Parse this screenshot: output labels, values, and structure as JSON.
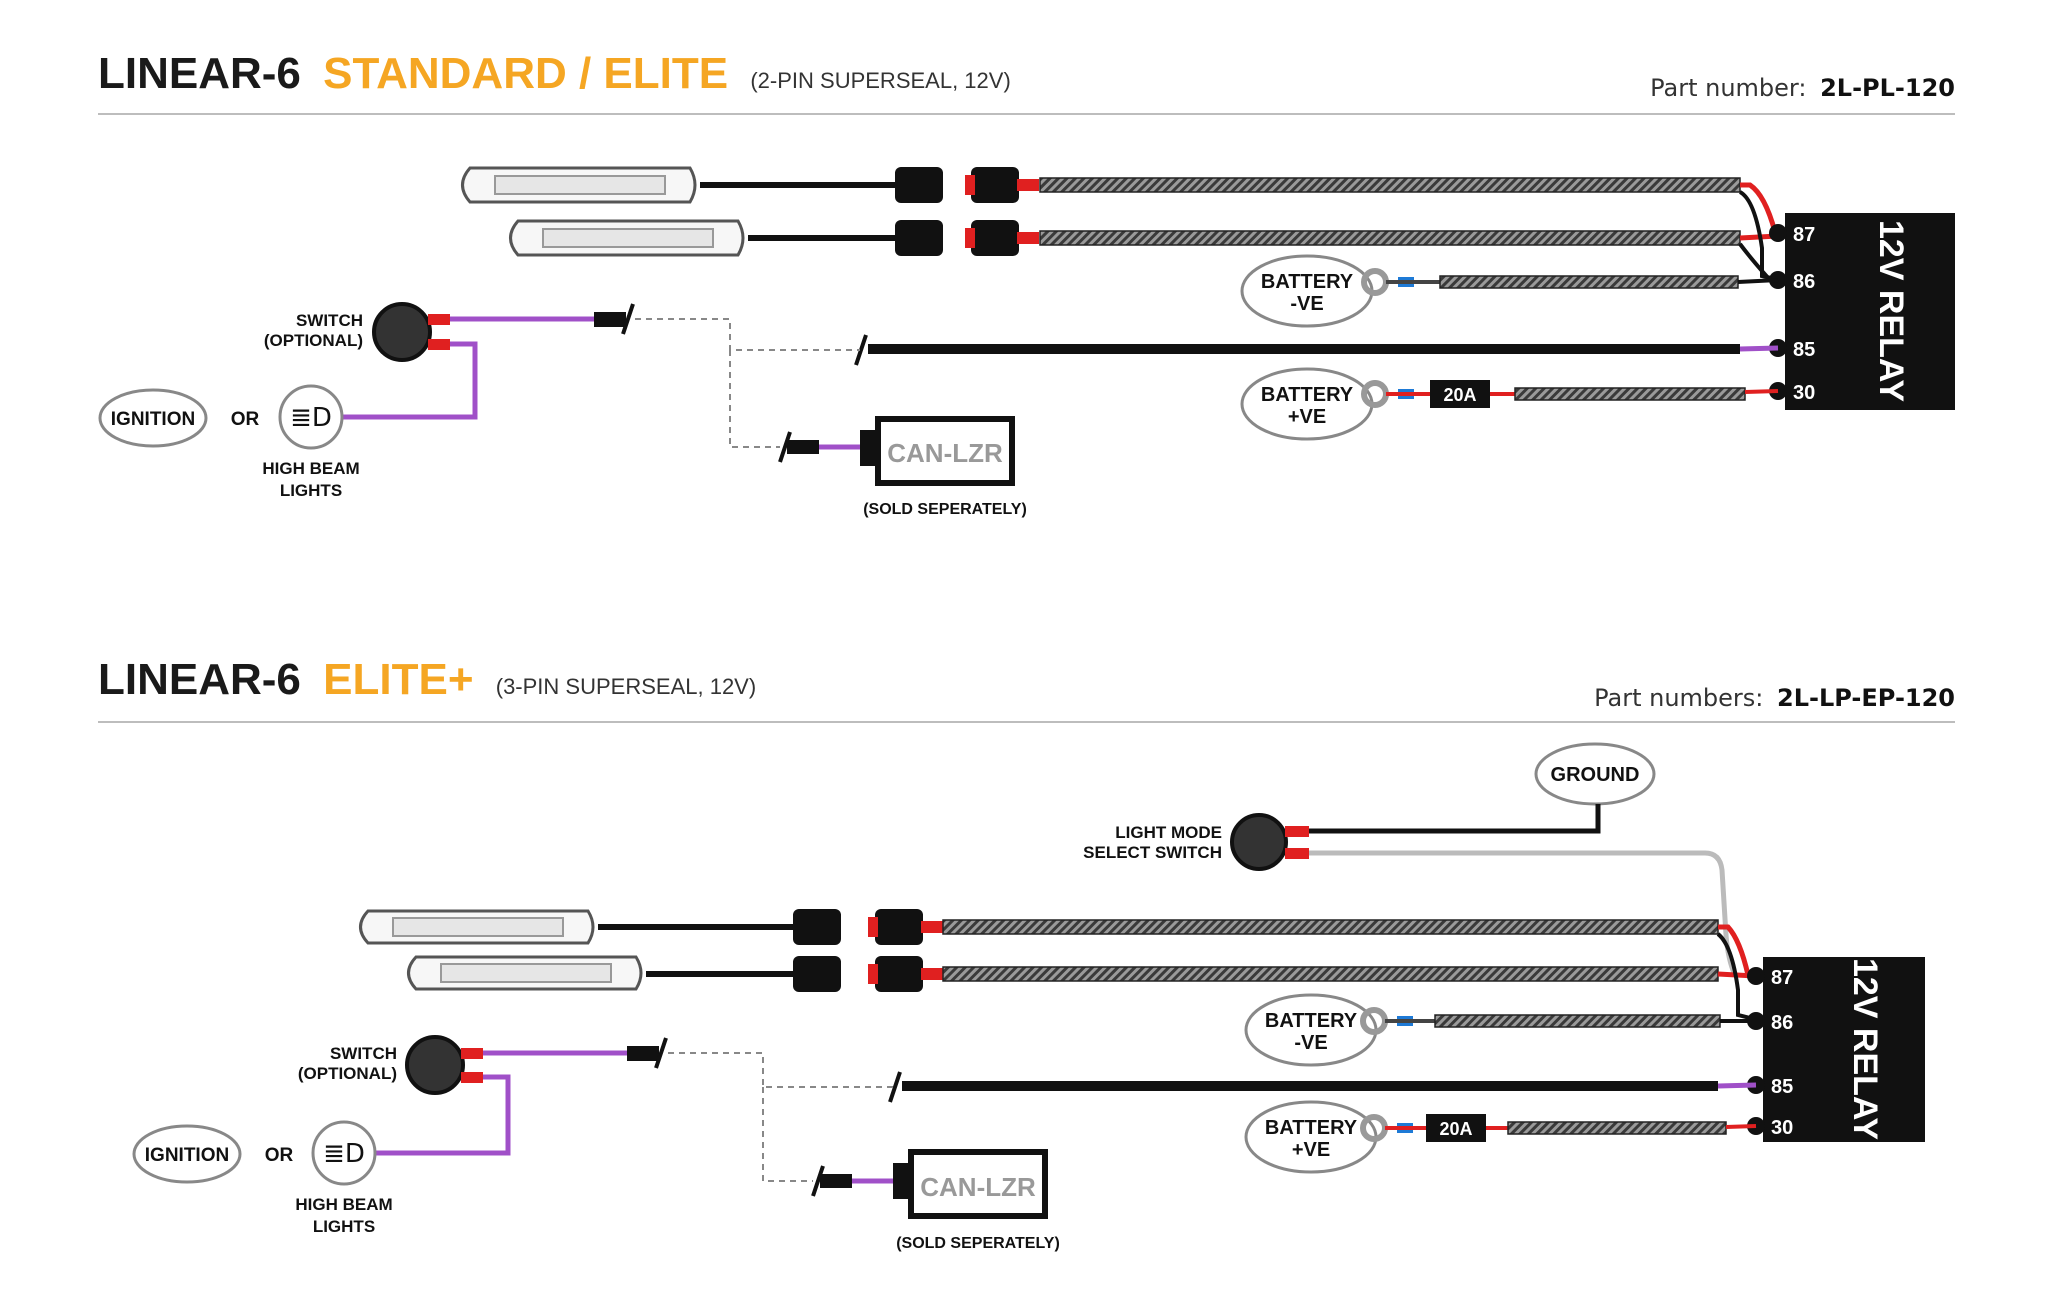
{
  "colors": {
    "accent": "#f5a623",
    "wire_black": "#111111",
    "wire_purple": "#a050c8",
    "wire_red": "#e02020",
    "wire_blue": "#1e7ad6",
    "wire_grey": "#bbbbbb",
    "text": "#1a1a1a"
  },
  "sections": [
    {
      "id": "std",
      "title_prefix": "LINEAR-6",
      "title_accent": "STANDARD / ELITE",
      "title_suffix": "(2-PIN SUPERSEAL, 12V)",
      "part_label": "Part number:",
      "part_value": "2L-PL-120",
      "relay_label": "12V RELAY",
      "pins": [
        "87",
        "86",
        "85",
        "30"
      ],
      "battery_neg": [
        "BATTERY",
        "-VE"
      ],
      "battery_pos": [
        "BATTERY",
        "+VE"
      ],
      "fuse": "20A",
      "switch_label": [
        "SWITCH",
        "(OPTIONAL)"
      ],
      "ignition": "IGNITION",
      "or": "OR",
      "high_beam": [
        "HIGH BEAM",
        "LIGHTS"
      ],
      "can_label": "CAN-LZR",
      "can_note": "(SOLD SEPERATELY)"
    },
    {
      "id": "elite",
      "title_prefix": "LINEAR-6",
      "title_accent": "ELITE+",
      "title_suffix": "(3-PIN SUPERSEAL, 12V)",
      "part_label": "Part numbers:",
      "part_value": "2L-LP-EP-120",
      "relay_label": "12V RELAY",
      "pins": [
        "87",
        "86",
        "85",
        "30"
      ],
      "battery_neg": [
        "BATTERY",
        "-VE"
      ],
      "battery_pos": [
        "BATTERY",
        "+VE"
      ],
      "fuse": "20A",
      "switch_label": [
        "SWITCH",
        "(OPTIONAL)"
      ],
      "ignition": "IGNITION",
      "or": "OR",
      "high_beam": [
        "HIGH BEAM",
        "LIGHTS"
      ],
      "can_label": "CAN-LZR",
      "can_note": "(SOLD SEPERATELY)",
      "ground": "GROUND",
      "mode_switch": [
        "LIGHT MODE",
        "SELECT SWITCH"
      ]
    }
  ]
}
